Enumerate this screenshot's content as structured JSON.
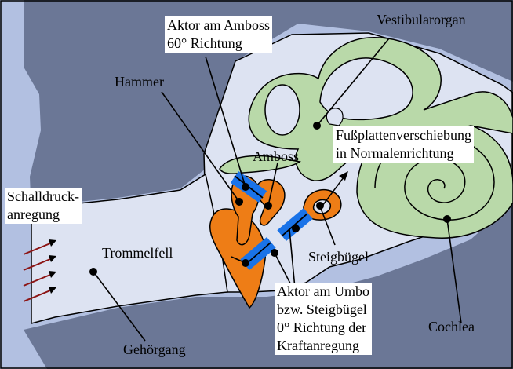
{
  "colors": {
    "background": "#b2c0e1",
    "bone_dark": "#6b7796",
    "cavity_light": "#dde3f2",
    "labyrinth_green": "#b9d9a9",
    "ossicle_orange": "#ee7d16",
    "actuator_blue": "#1a73e8",
    "arrow_red": "#8c1414",
    "outline": "#000000"
  },
  "labels": {
    "aktor_amboss": [
      "Aktor am Amboss",
      "60° Richtung"
    ],
    "vestibularorgan": "Vestibularorgan",
    "hammer": "Hammer",
    "amboss": "Amboss",
    "fussplatten": [
      "Fußplattenverschiebung",
      "in Normalenrichtung"
    ],
    "schalldruck": [
      "Schalldruck-",
      "anregung"
    ],
    "trommelfell": "Trommelfell",
    "steigbuegel": "Steigbügel",
    "aktor_umbo": [
      "Aktor am Umbo",
      "bzw. Steigbügel",
      "0° Richtung der",
      "Kraftanregung"
    ],
    "cochlea": "Cochlea",
    "gehoergang": "Gehörgang"
  }
}
